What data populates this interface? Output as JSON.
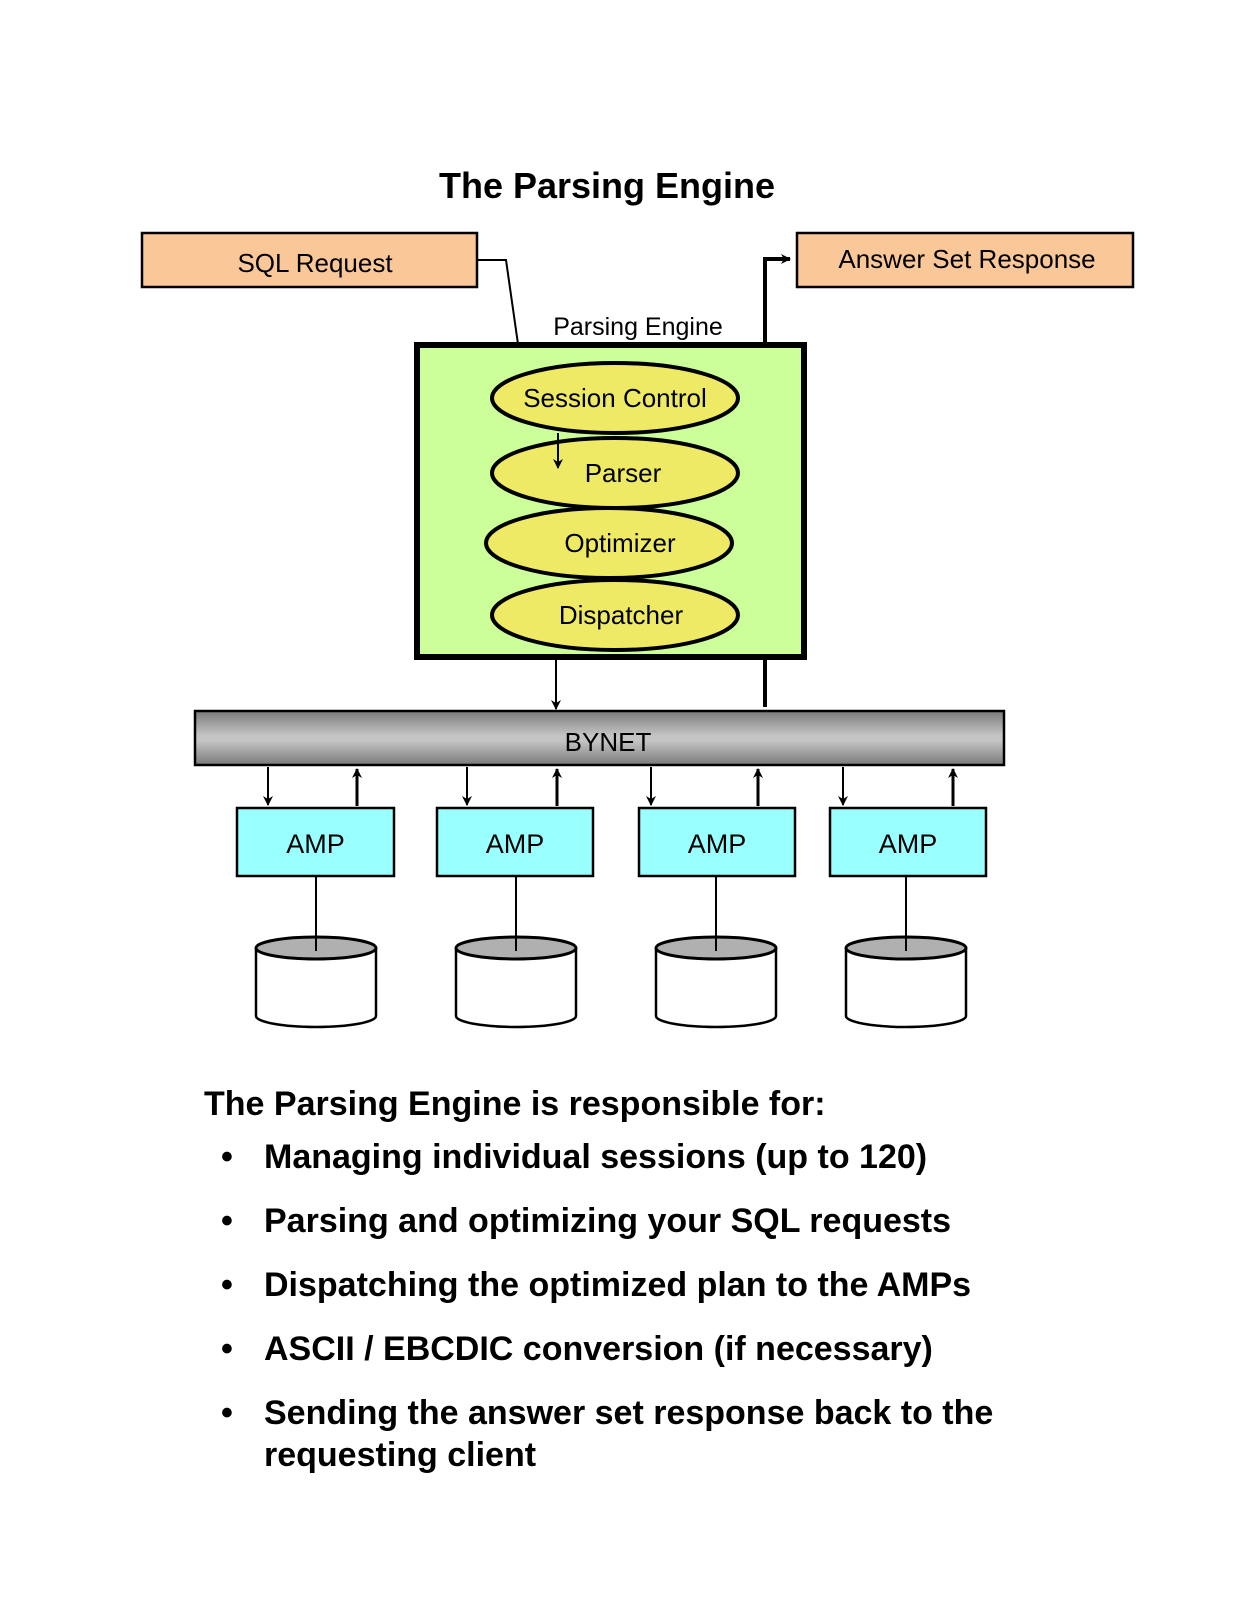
{
  "title": "The Parsing Engine",
  "colors": {
    "request_box": "#fac898",
    "pe_box": "#ccff99",
    "ellipse": "#eeea66",
    "amp_box": "#99ffff",
    "bynet_mid": "#c0c0c0",
    "bynet_edge": "#808080",
    "disk_top": "#b0b0b0"
  },
  "diagram": {
    "sql_request": "SQL Request",
    "answer_set_response": "Answer Set Response",
    "parsing_engine_label": "Parsing Engine",
    "components": [
      "Session Control",
      "Parser",
      "Optimizer",
      "Dispatcher"
    ],
    "bynet": "BYNET",
    "amps": [
      "AMP",
      "AMP",
      "AMP",
      "AMP"
    ]
  },
  "notes": {
    "heading": "The Parsing Engine is responsible for:",
    "bullet_glyph": "•",
    "items": [
      "Managing individual sessions (up to 120)",
      "Parsing and optimizing your SQL requests",
      "Dispatching the optimized plan to the AMPs",
      "ASCII / EBCDIC conversion (if necessary)",
      "Sending the answer set response back to the requesting client"
    ]
  }
}
